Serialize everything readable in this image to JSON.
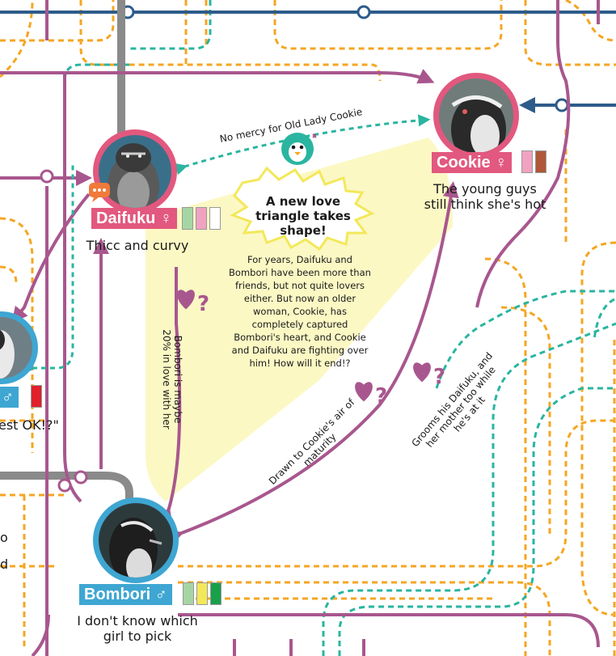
{
  "headline": "A new love triangle takes shape!",
  "story": "For years, Daifuku and Bombori have been more than friends, but not quite lovers either. But now an older woman, Cookie, has completely captured Bombori's heart, and Cookie and Daifuku are fighting over him! How will it end!?",
  "penguins": {
    "daifuku": {
      "name": "Daifuku",
      "gender": "♀",
      "caption": "Thicc and curvy",
      "tag_color": "#e2587e",
      "ring_color": "#e2587e",
      "swatches": [
        "#a6d5a4",
        "#f0a3c0",
        "#ffffff"
      ]
    },
    "cookie": {
      "name": "Cookie",
      "gender": "♀",
      "caption": "The young guys still think she's hot",
      "tag_color": "#e2587e",
      "ring_color": "#e2587e",
      "swatches": [
        "#f0a3c0",
        "#b0573a"
      ]
    },
    "bombori": {
      "name": "Bombori",
      "gender": "♂",
      "caption": "I don't know which girl to pick",
      "tag_color": "#3ea6d2",
      "ring_color": "#3ea6d2",
      "swatches": [
        "#a6d5a4",
        "#f3e85a",
        "#18a04a"
      ]
    },
    "left_partial": {
      "gender": "♂",
      "caption_fragment": "est OK!?\"",
      "tag_color": "#3ea6d2",
      "swatches": [
        "#e0202a"
      ]
    }
  },
  "relations": {
    "daifuku_cookie": "No mercy for Old Lady Cookie",
    "bombori_daifuku": "Bombori is maybe 20% in love with her",
    "bombori_cookie": "Drawn to Cookie's air of maturity",
    "cookie_bombori": "Grooms his Daifuku, and her mother too while he's at it"
  },
  "edge_fragments": [
    "o",
    "d"
  ],
  "colors": {
    "purple": "#a8578e",
    "orange_dashed": "#f5a623",
    "teal_dashed": "#2ab5a0",
    "navy": "#2e5c8a",
    "gray": "#8a8a8a",
    "heart": "#a8578e",
    "triangle_fill": "#fbf8c4"
  },
  "icons": [
    "speech-bubble-icon",
    "penguin-angry-icon",
    "heart-question-icon"
  ]
}
